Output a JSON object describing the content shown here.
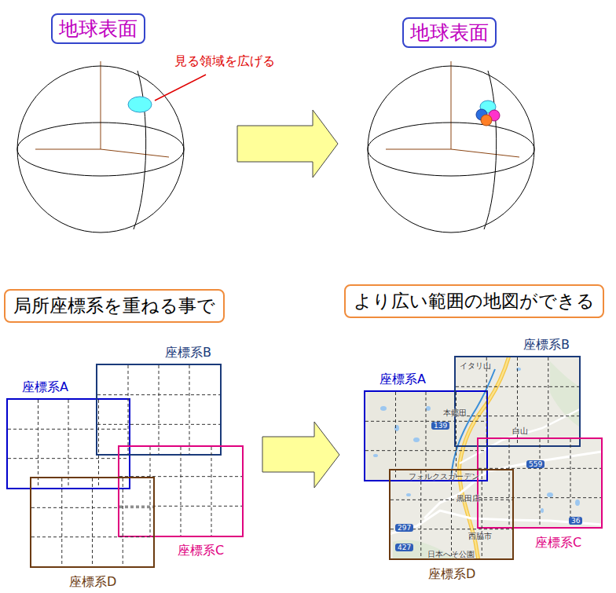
{
  "diagram": {
    "nodes": [
      {
        "text": [
          "地球表面"
        ]
      },
      {
        "text": [
          "地球表面"
        ]
      },
      {
        "text": [
          "局所座標系を重ねる事で"
        ]
      },
      {
        "text": [
          "より広い範囲の地図ができる"
        ]
      },
      {
        "text": [
          "座標系A"
        ]
      },
      {
        "text": [
          "座標系B"
        ]
      },
      {
        "text": [
          "座標系C"
        ]
      },
      {
        "text": [
          "座標系D"
        ]
      },
      {
        "text": [
          "座標系A"
        ]
      },
      {
        "text": [
          "座標系B"
        ]
      },
      {
        "text": [
          "座標系C"
        ]
      },
      {
        "text": [
          "座標系D"
        ]
      }
    ],
    "labels": [
      "見る領域を広げる",
      "イタリ山",
      "本郷田",
      "139",
      "白山",
      "559",
      "フォルクスガーデン",
      "黒田庄",
      "297",
      "西脇市",
      "36",
      "427",
      "日本へそ公園"
    ]
  }
}
